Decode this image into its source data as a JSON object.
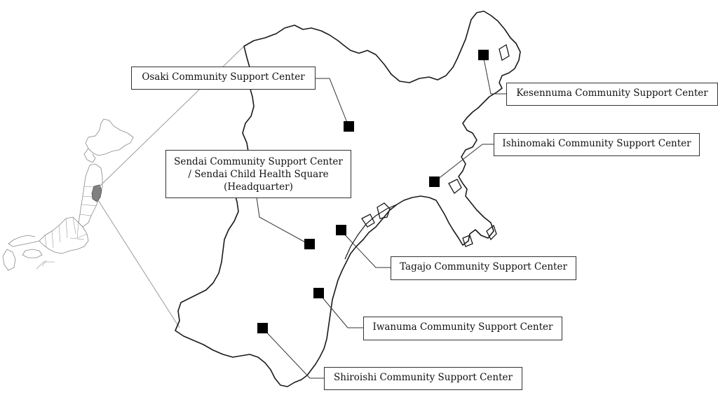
{
  "colors": {
    "outline": "#1a1a1a",
    "marker": "#000000",
    "leader": "#333333",
    "zoom_line": "#9a9a9a",
    "inset_outline": "#888888",
    "inset_highlight": "#808080"
  },
  "labels": {
    "osaki": [
      "Osaki Community Support Center"
    ],
    "kesennuma": [
      "Kesennuma Community Support Center"
    ],
    "ishinomaki": [
      "Ishinomaki Community Support Center"
    ],
    "sendai": [
      "Sendai Community Support Center",
      "/ Sendai Child Health Square",
      "(Headquarter)"
    ],
    "tagajo": [
      "Tagajo Community Support Center"
    ],
    "iwanuma": [
      "Iwanuma Community Support Center"
    ],
    "shiroishi": [
      "Shiroishi Community Support Center"
    ]
  }
}
